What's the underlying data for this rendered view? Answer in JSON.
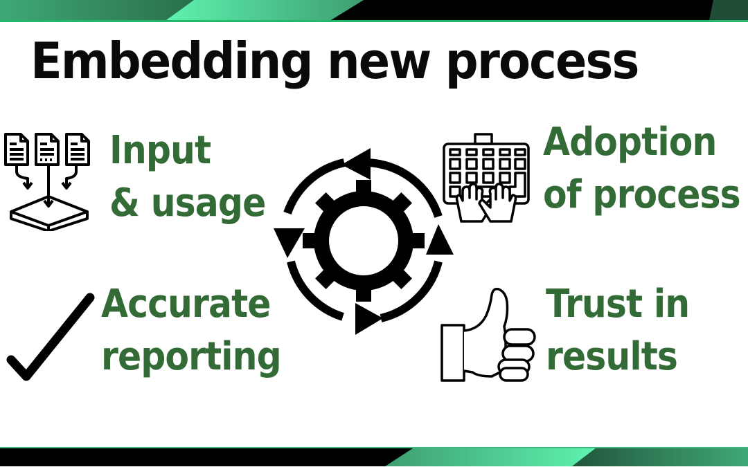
{
  "slide": {
    "title": "Embedding new process",
    "colors": {
      "title": "#0a0a0a",
      "accent_text": "#336b37",
      "band_dark": "#000000",
      "band_green": "#3fae7a",
      "band_light_green": "#5ef2b0",
      "band_line": "#22b86a"
    },
    "items": [
      {
        "id": "input-usage",
        "icon": "documents-into-box-icon",
        "lines": [
          "Input",
          "& usage"
        ]
      },
      {
        "id": "adoption",
        "icon": "hands-on-keyboard-icon",
        "lines": [
          "Adoption",
          "of process"
        ]
      },
      {
        "id": "accurate-reporting",
        "icon": "checkmark-icon",
        "lines": [
          "Accurate",
          "reporting"
        ]
      },
      {
        "id": "trust-results",
        "icon": "thumbs-up-icon",
        "lines": [
          "Trust in",
          "results"
        ]
      }
    ],
    "center_icon": "gear-cycle-icon"
  }
}
